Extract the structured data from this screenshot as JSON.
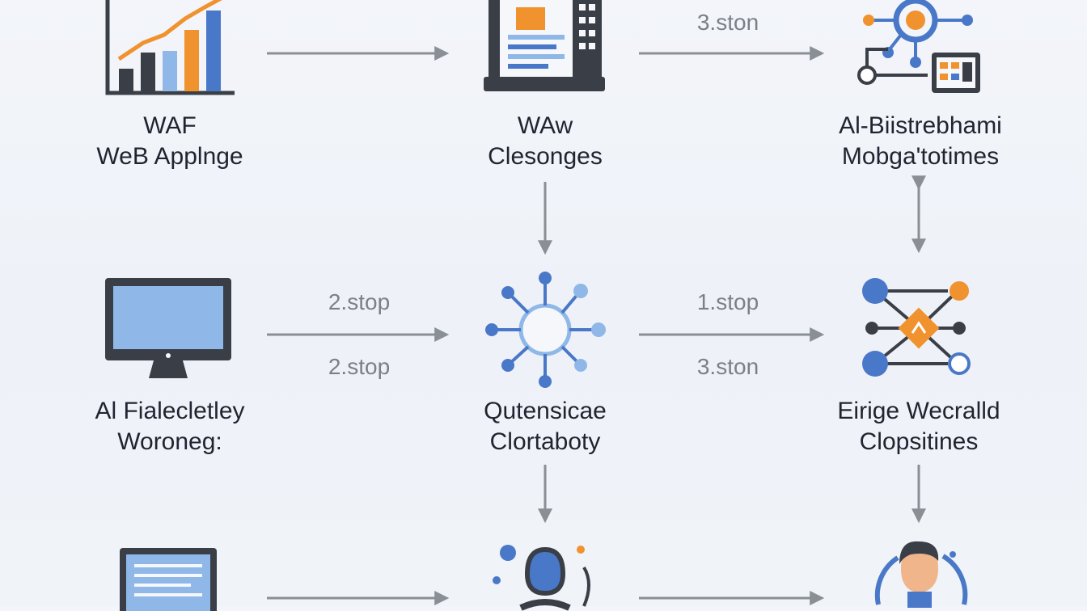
{
  "nodes": {
    "n1": {
      "line1": "WAF",
      "line2": "WeB Applnge",
      "icon": "bar-chart-icon"
    },
    "n2": {
      "line1": "WAw",
      "line2": "Clesonges",
      "icon": "server-dashboard-icon"
    },
    "n3": {
      "line1": "Al-Biistrebhami",
      "line2": "Mobga'totimes",
      "icon": "network-settings-icon"
    },
    "n4": {
      "line1": "Al Fialecletley",
      "line2": "Woroneg:",
      "icon": "monitor-icon"
    },
    "n5": {
      "line1": "Qutensicae",
      "line2": "Clortaboty",
      "icon": "hub-network-icon"
    },
    "n6": {
      "line1": "Eirige Wecralld",
      "line2": "Clopsitines",
      "icon": "decision-graph-icon"
    },
    "n7": {
      "icon": "document-screen-icon"
    },
    "n8": {
      "icon": "user-avatar-icon"
    },
    "n9": {
      "icon": "user-cycle-icon"
    }
  },
  "steps": {
    "top_right": "3.ston",
    "mid_left_upper": "2.stop",
    "mid_left_lower": "2.stop",
    "mid_right_upper": "1.stop",
    "mid_right_lower": "3.ston"
  },
  "colors": {
    "blue": "#4a78c8",
    "light_blue": "#8fb8e8",
    "orange": "#f0922e",
    "dark": "#3a3f47",
    "arrow": "#8a8f96"
  }
}
